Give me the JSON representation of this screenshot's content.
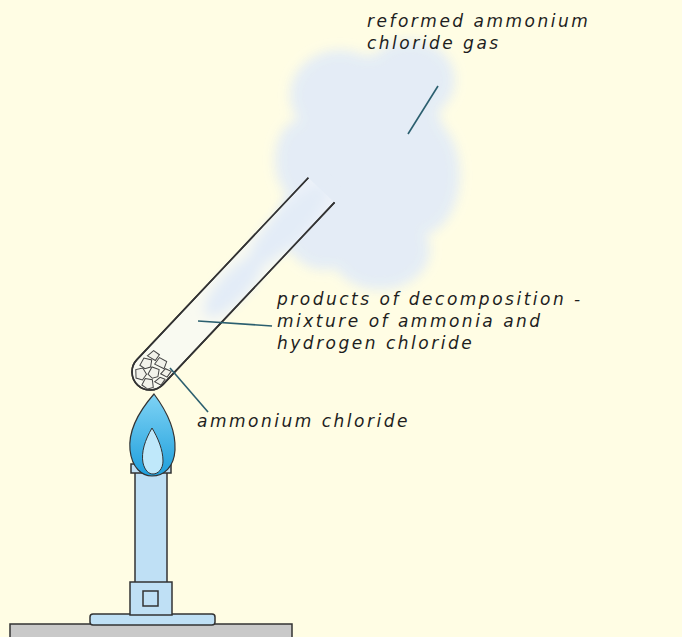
{
  "diagram": {
    "labels": [
      "reformed ammonium chloride gas",
      "products of decomposition - mixture of ammonia and hydrogen chloride",
      "ammonium chloride"
    ]
  }
}
